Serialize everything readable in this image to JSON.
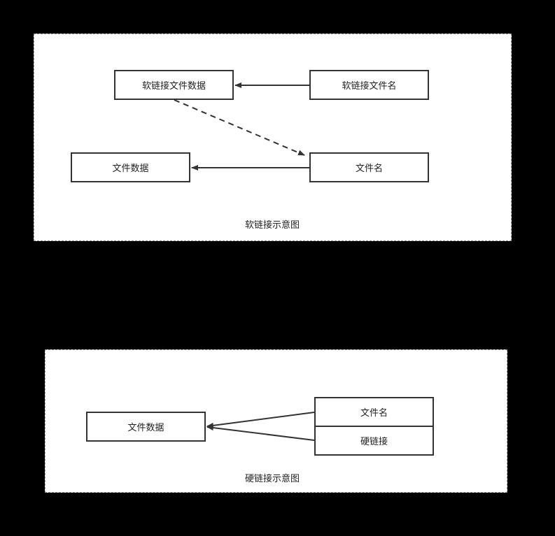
{
  "soft_link": {
    "soft_link_data": "软链接文件数据",
    "soft_link_name": "软链接文件名",
    "file_data": "文件数据",
    "file_name": "文件名",
    "caption": "软链接示意图"
  },
  "hard_link": {
    "file_data": "文件数据",
    "file_name": "文件名",
    "hard_link": "硬链接",
    "caption": "硬链接示意图"
  },
  "colors": {
    "background": "#000000",
    "panel": "#ffffff",
    "stroke": "#333333"
  }
}
